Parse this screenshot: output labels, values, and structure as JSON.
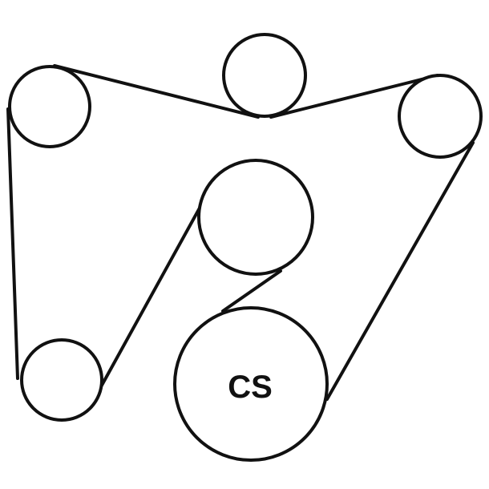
{
  "diagram": {
    "type": "belt-routing",
    "line_color": "#111111",
    "background": "#ffffff",
    "pulleys": [
      {
        "id": "top-left",
        "label": ""
      },
      {
        "id": "top-center",
        "label": ""
      },
      {
        "id": "top-right",
        "label": ""
      },
      {
        "id": "center",
        "label": ""
      },
      {
        "id": "bottom-left",
        "label": ""
      },
      {
        "id": "crankshaft",
        "label": "CS"
      }
    ]
  }
}
